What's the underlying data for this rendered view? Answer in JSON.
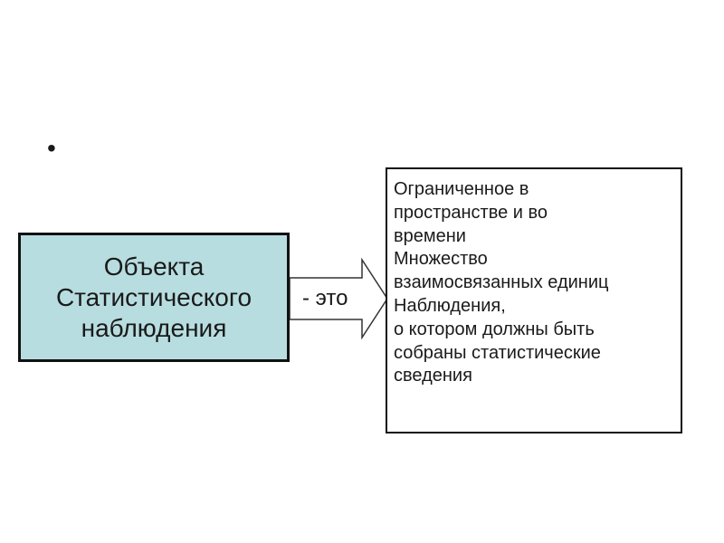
{
  "bullet": "•",
  "object_box": {
    "lines": [
      "Объекта",
      "Статистического",
      "наблюдения"
    ],
    "fill_color": "#b7dde0"
  },
  "connector": {
    "label": "- это",
    "icon": "right-arrow-icon"
  },
  "definition_box": {
    "lines": [
      "Ограниченное в",
      "пространстве и во",
      "времени",
      "Множество",
      "взаимосвязанных единиц",
      "Наблюдения,",
      "о котором должны быть",
      "собраны статистические",
      "сведения"
    ]
  }
}
